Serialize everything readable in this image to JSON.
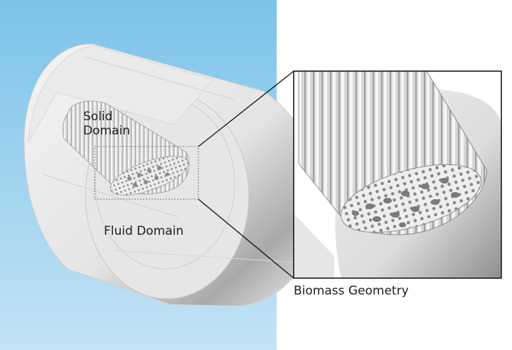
{
  "labels": {
    "solid_line1": "Solid",
    "solid_line2": "Domain",
    "fluid": "Fluid Domain",
    "caption": "Biomass Geometry"
  },
  "colors": {
    "background_top": "#7cc3e9",
    "background_bottom": "#c3e3f5",
    "cylinder_face": "#e3e3e3",
    "inset_border": "#1a1a1a"
  }
}
